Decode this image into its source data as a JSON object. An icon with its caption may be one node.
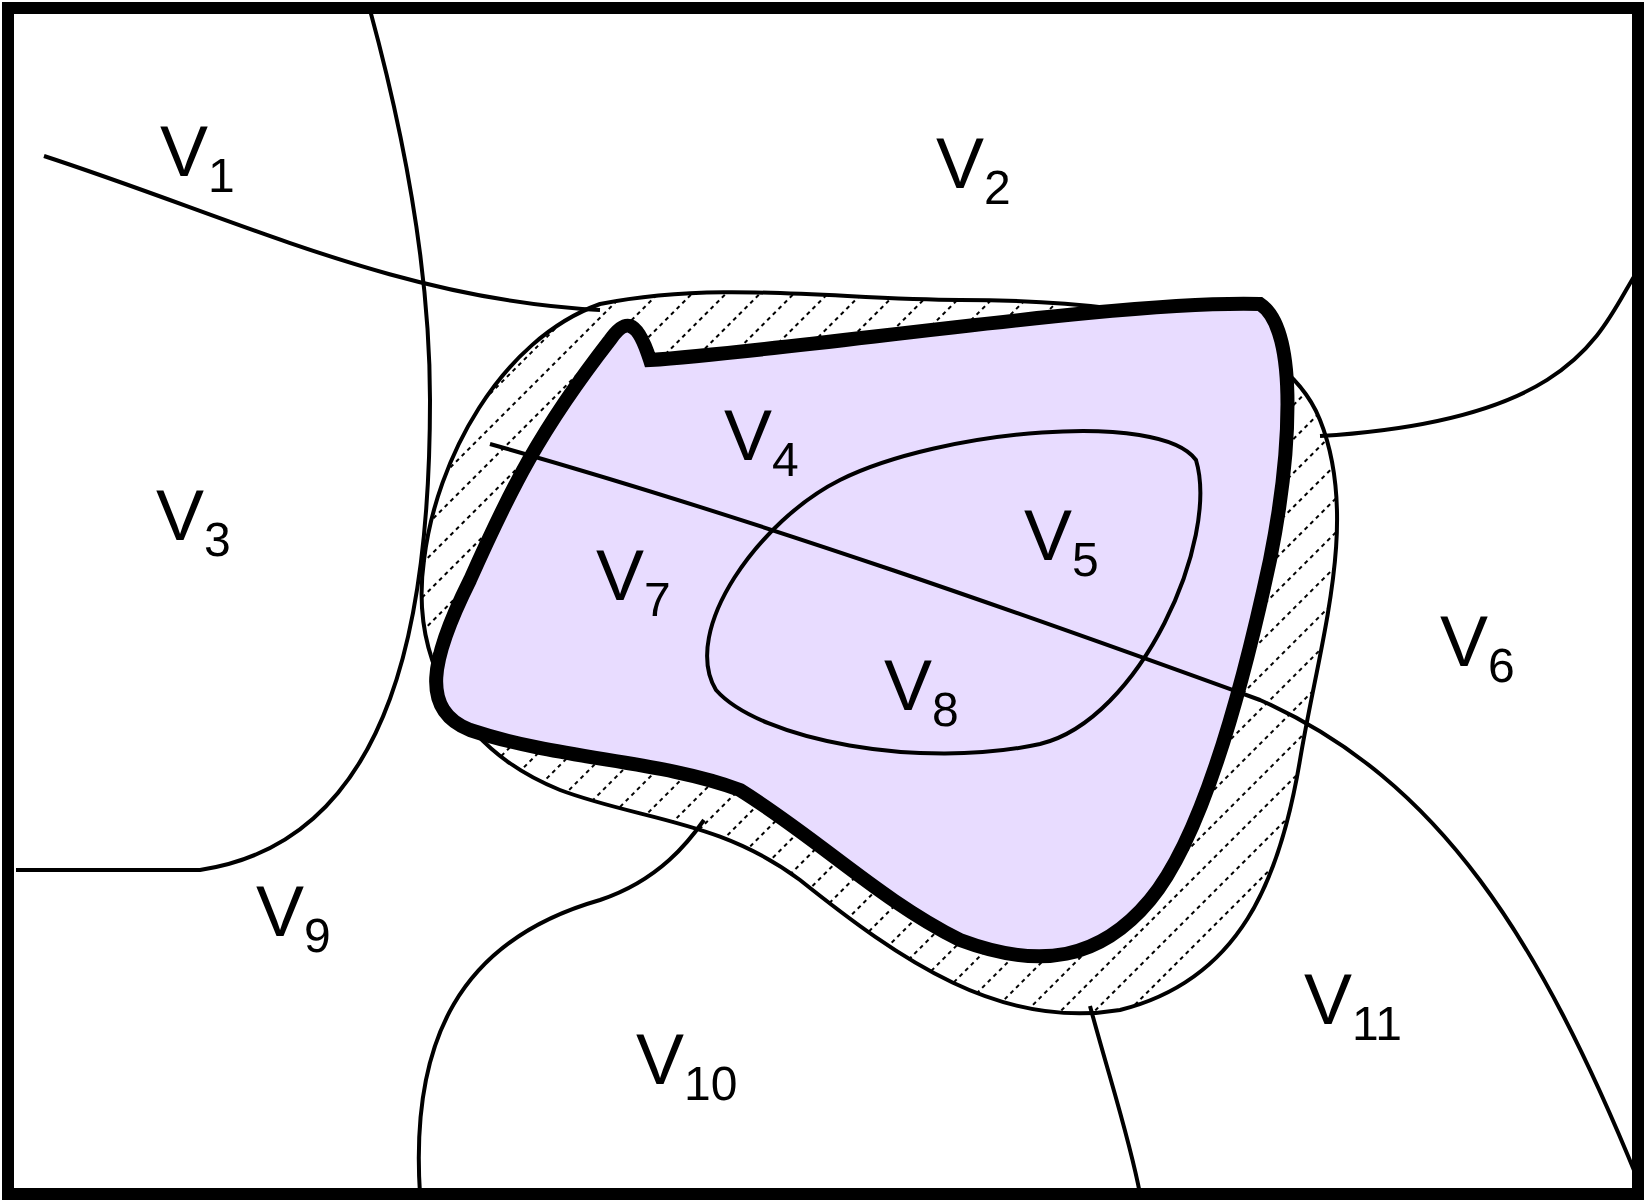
{
  "diagram": {
    "labels": [
      "V$_{1}$",
      "V$_{2}$",
      "V$_{3}$",
      "V$_{4}$",
      "V$_{5}$",
      "V$_{6}$",
      "V$_{7}$",
      "V$_{8}$",
      "V$_{9}$",
      "V$_{11}$",
      "V$_{10}$"
    ]
  }
}
